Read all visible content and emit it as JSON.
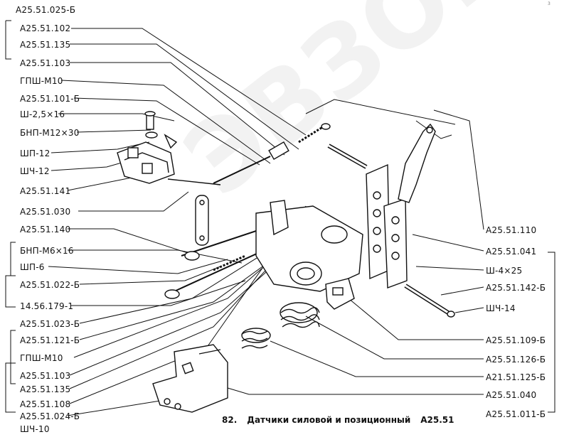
{
  "figure": {
    "number": "82.",
    "title": "Датчики силовой и позиционный",
    "code": "А25.51",
    "page_mark": "3"
  },
  "watermark": "ЭВЗОН",
  "labels_left": [
    "А25.51.025-Б",
    "А25.51.102",
    "А25.51.135",
    "А25.51.103",
    "ГПШ-М10",
    "А25.51.101-Б",
    "Ш-2,5×16",
    "БНП-М12×30",
    "ШП-12",
    "ШЧ-12",
    "А25.51.141",
    "А25.51.030",
    "А25.51.140",
    "БНП-М6×16",
    "ШП-6",
    "А25.51.022-Б",
    "14.56.179-1",
    "А25.51.023-Б",
    "А25.51.121-Б",
    "ГПШ-М10",
    "А25.51.103",
    "А25.51.135",
    "А25.51.108",
    "А25.51.024-Б",
    "ШЧ-10"
  ],
  "labels_right": [
    "А25.51.110",
    "А25.51.041",
    "Ш-4×25",
    "А25.51.142-Б",
    "ШЧ-14",
    "А25.51.109-Б",
    "А25.51.126-Б",
    "А21.51.125-Б",
    "А25.51.040",
    "А25.51.011-Б"
  ]
}
